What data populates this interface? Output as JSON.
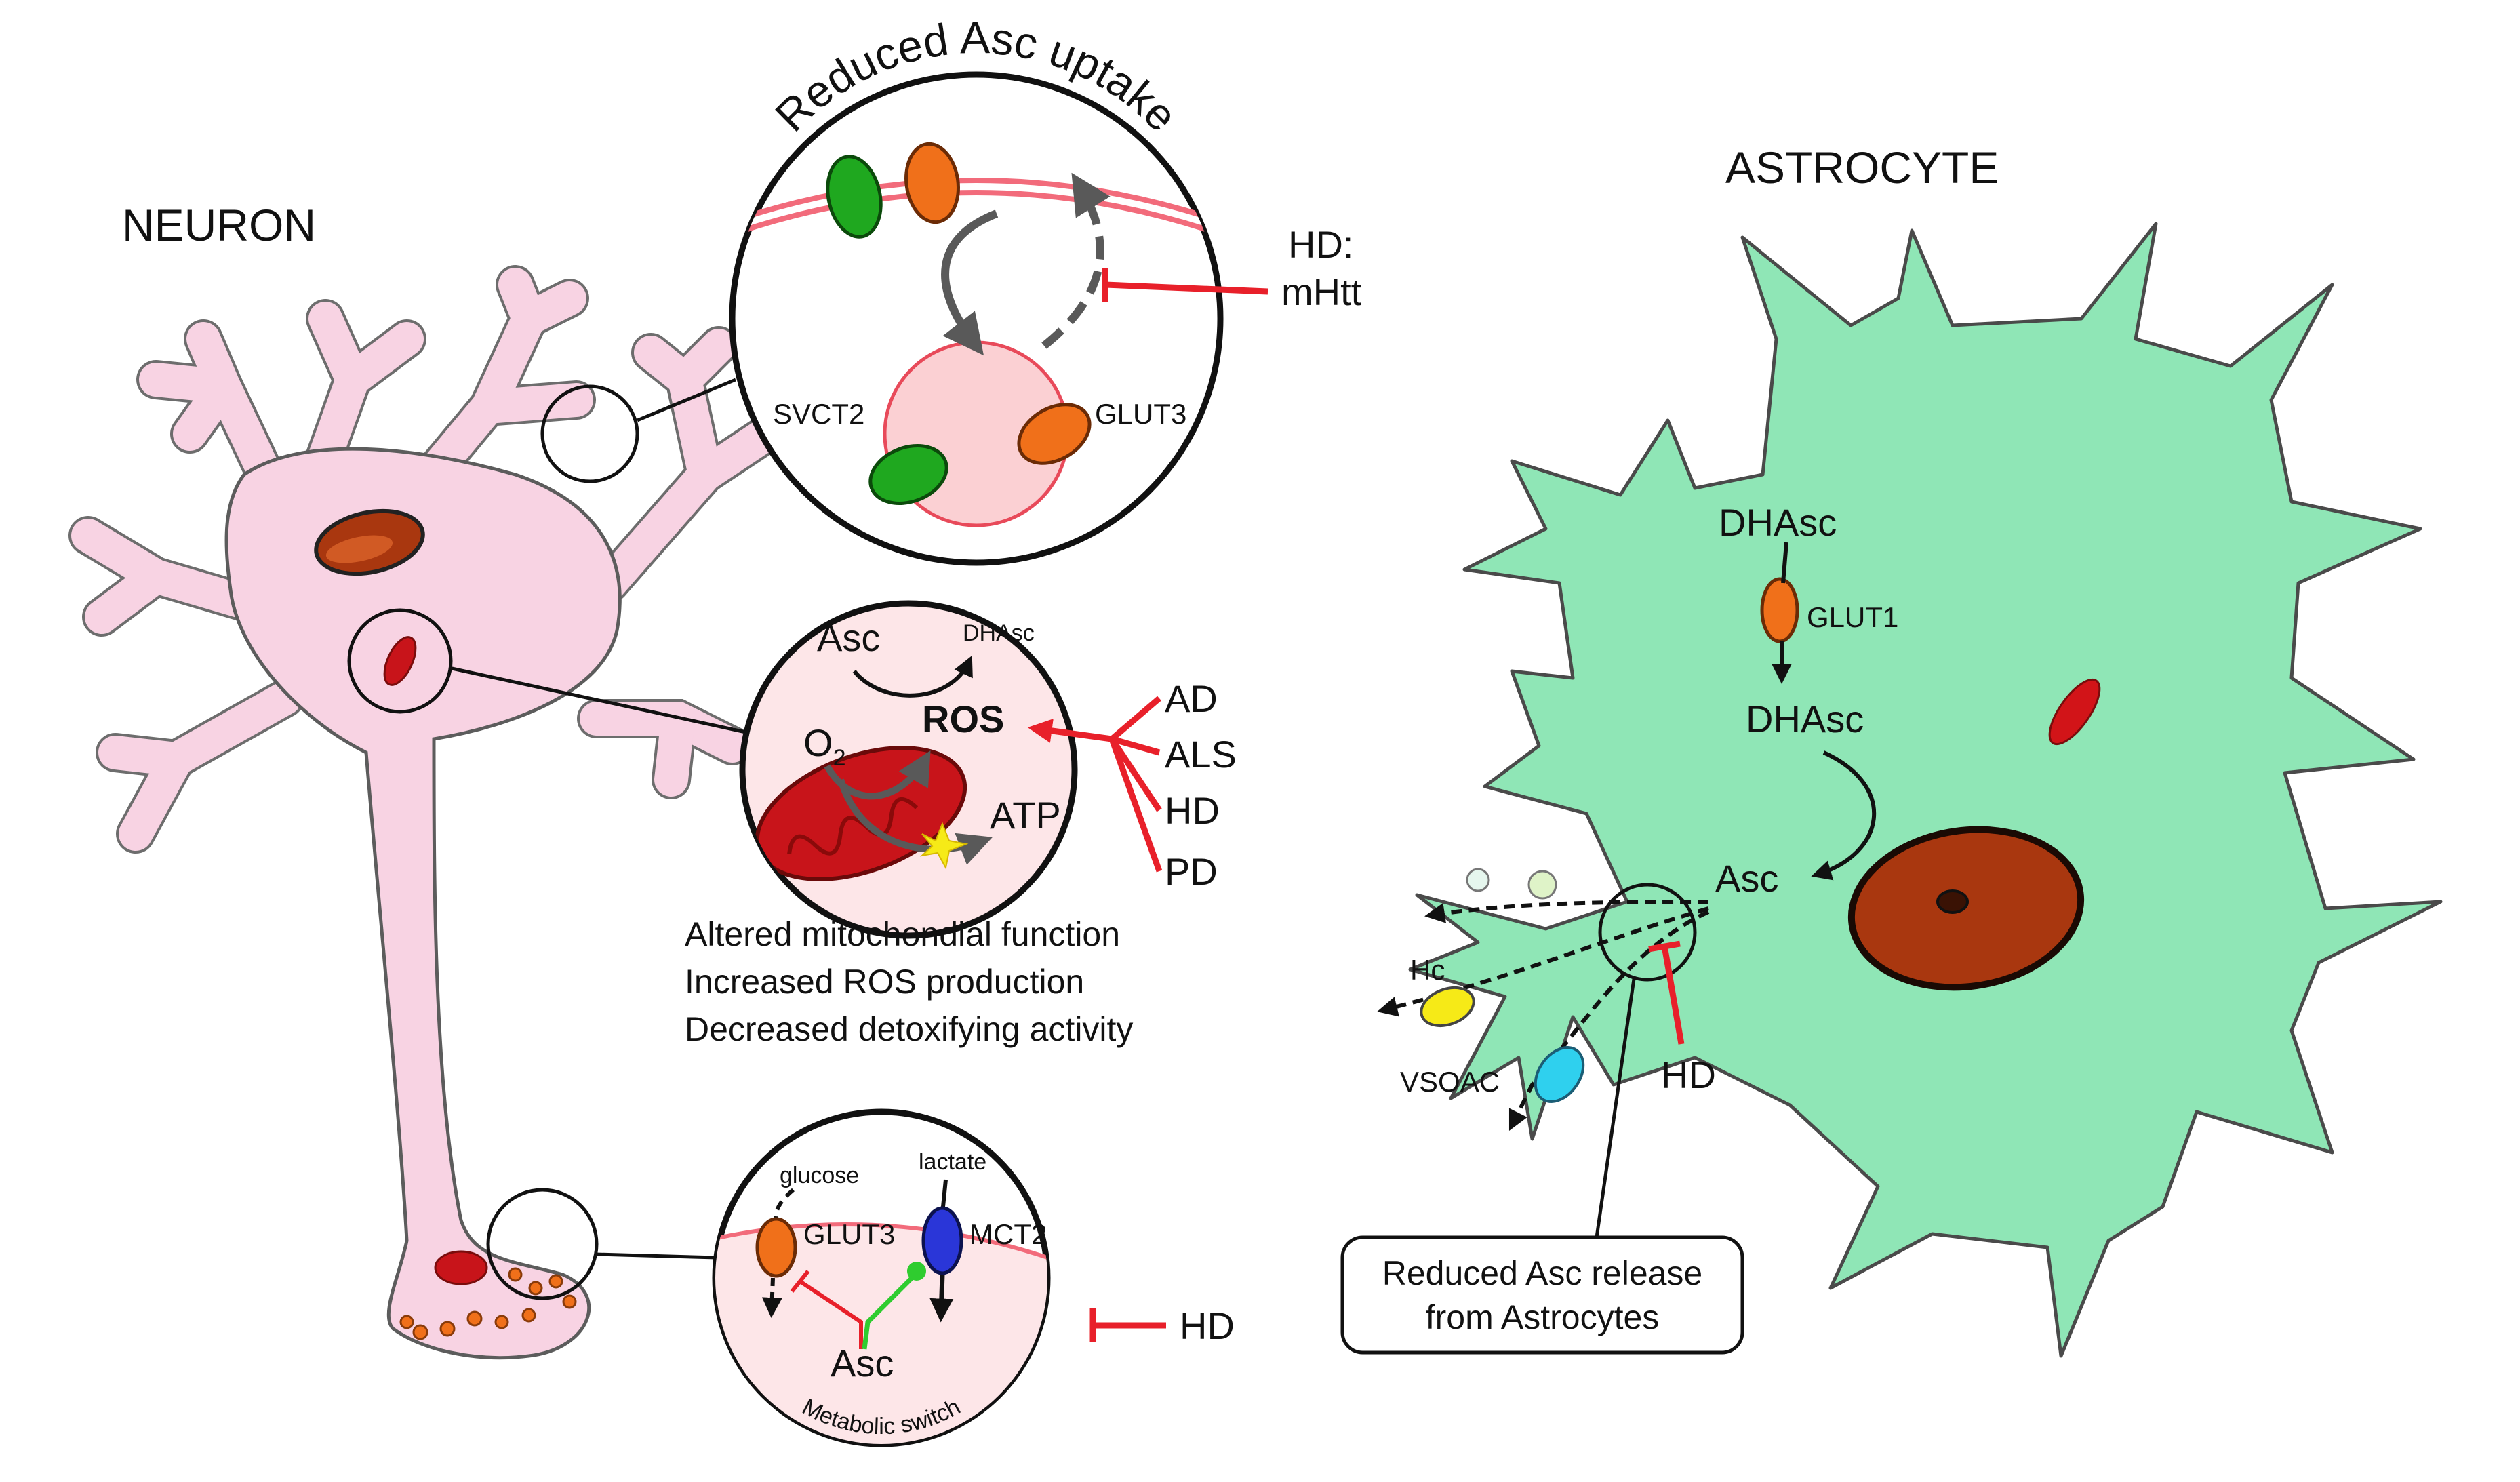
{
  "neuron": {
    "title": "NEURON",
    "uptake_panel": {
      "arc_title": "Reduced Asc uptake",
      "transporter_left": "SVCT2",
      "transporter_right": "GLUT3",
      "inhibitor": "HD:",
      "inhibitor_detail": "mHtt"
    },
    "ros_panel": {
      "asc": "Asc",
      "dhasc": "DHAsc",
      "o2": "O",
      "o2_sub": "2",
      "ros": "ROS",
      "atp": "ATP",
      "diseases": [
        "AD",
        "ALS",
        "HD",
        "PD"
      ],
      "captions": [
        "Altered mitochondial function",
        "Increased ROS production",
        "Decreased detoxifying activity"
      ]
    },
    "metabolic_panel": {
      "glucose": "glucose",
      "lactate": "lactate",
      "glut3": "GLUT3",
      "mct2": "MCT2",
      "asc": "Asc",
      "arc_bottom": "Metabolic switch",
      "inhibitor": "HD"
    }
  },
  "astrocyte": {
    "title": "ASTROCYTE",
    "dhasc_out": "DHAsc",
    "glut1": "GLUT1",
    "dhasc_in": "DHAsc",
    "asc": "Asc",
    "hc": "Hc",
    "vsoac": "VSOAC",
    "inhibitor": "HD",
    "callout_line1": "Reduced Asc release",
    "callout_line2": "from Astrocytes"
  },
  "colors": {
    "neuron_body": "#f8d3e3",
    "astrocyte_body": "#8fe6b6",
    "inhibition_red": "#e8202a",
    "svct2_green": "#1fa81f",
    "glut_orange": "#f0701a",
    "mct2_blue": "#2a36d8",
    "hc_yellow": "#f6ea17",
    "vsoac_cyan": "#2fd0ee",
    "nucleus_brown": "#a9370f"
  }
}
